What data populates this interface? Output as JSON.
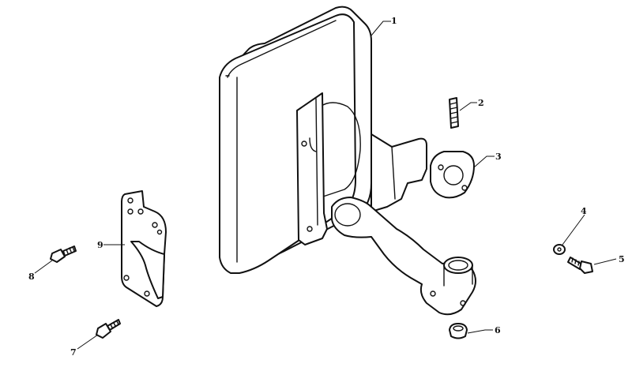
{
  "callouts": [
    {
      "id": "1",
      "text": "1"
    },
    {
      "id": "2",
      "text": "2"
    },
    {
      "id": "3",
      "text": "3"
    },
    {
      "id": "4",
      "text": "4"
    },
    {
      "id": "5",
      "text": "5"
    },
    {
      "id": "6",
      "text": "6"
    },
    {
      "id": "7",
      "text": "7"
    },
    {
      "id": "8",
      "text": "8"
    },
    {
      "id": "9",
      "text": "9"
    }
  ],
  "parts": [
    {
      "callout": "1",
      "icon": "muffler-icon"
    },
    {
      "callout": "2",
      "icon": "stud-icon"
    },
    {
      "callout": "3",
      "icon": "gasket-icon"
    },
    {
      "callout": "4",
      "icon": "washer-icon"
    },
    {
      "callout": "5",
      "icon": "flange-bolt-icon"
    },
    {
      "callout": "6",
      "icon": "nut-icon"
    },
    {
      "callout": "7",
      "icon": "bolt-icon"
    },
    {
      "callout": "8",
      "icon": "bolt-icon"
    },
    {
      "callout": "9",
      "icon": "bracket-icon"
    }
  ]
}
